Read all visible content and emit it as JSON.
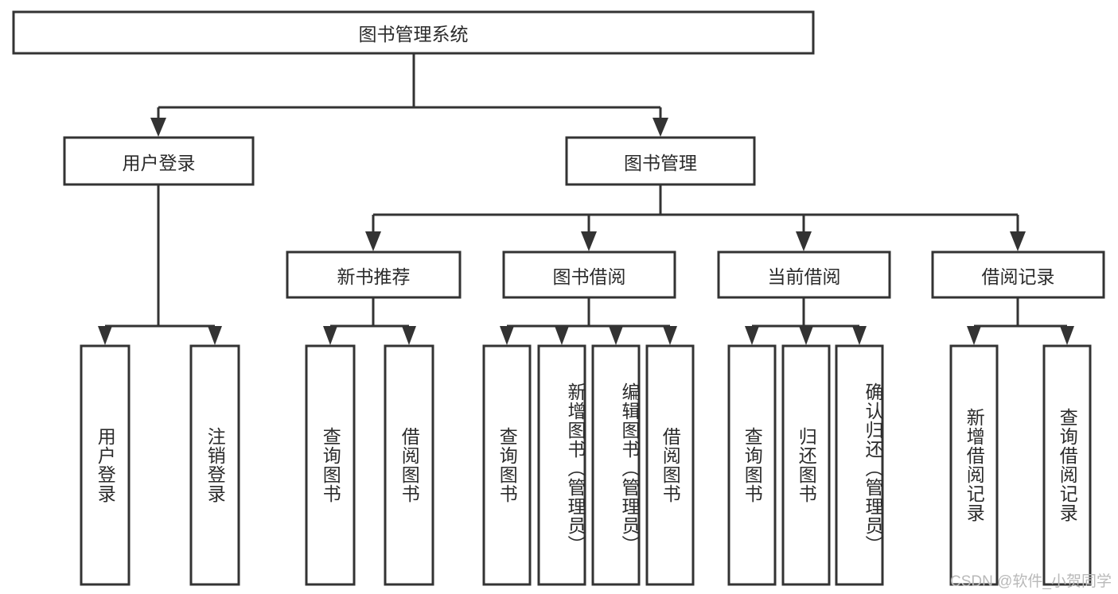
{
  "diagram": {
    "type": "tree-hierarchy-chart",
    "title": "图书管理系统",
    "watermark": "CSDN @软件_小贺同学",
    "colors": {
      "stroke": "#333333",
      "fill": "#ffffff",
      "text": "#2b2b2b",
      "watermark": "#b9b9b9",
      "background": "#ffffff"
    },
    "levels": {
      "root": {
        "label": "图书管理系统",
        "orientation": "horizontal"
      },
      "level2": [
        {
          "id": "user-login",
          "label": "用户登录",
          "orientation": "horizontal"
        },
        {
          "id": "book-manage",
          "label": "图书管理",
          "orientation": "horizontal"
        }
      ],
      "level3": [
        {
          "id": "new-book-recommend",
          "label": "新书推荐",
          "orientation": "horizontal",
          "parent": "book-manage"
        },
        {
          "id": "book-borrow",
          "label": "图书借阅",
          "orientation": "horizontal",
          "parent": "book-manage"
        },
        {
          "id": "current-borrow",
          "label": "当前借阅",
          "orientation": "horizontal",
          "parent": "book-manage"
        },
        {
          "id": "borrow-record",
          "label": "借阅记录",
          "orientation": "horizontal",
          "parent": "book-manage"
        }
      ],
      "leaves": [
        {
          "id": "leaf-user-login",
          "label": "用户登录",
          "orientation": "vertical",
          "parent": "user-login"
        },
        {
          "id": "leaf-user-logout",
          "label": "注销登录",
          "orientation": "vertical",
          "parent": "user-login"
        },
        {
          "id": "leaf-query-book-1",
          "label": "查询图书",
          "orientation": "vertical",
          "parent": "new-book-recommend"
        },
        {
          "id": "leaf-borrow-book-1",
          "label": "借阅图书",
          "orientation": "vertical",
          "parent": "new-book-recommend"
        },
        {
          "id": "leaf-query-book-2",
          "label": "查询图书",
          "orientation": "vertical",
          "parent": "book-borrow"
        },
        {
          "id": "leaf-add-book",
          "label": "新增图书（管理员）",
          "orientation": "vertical",
          "parent": "book-borrow"
        },
        {
          "id": "leaf-edit-book",
          "label": "编辑图书（管理员）",
          "orientation": "vertical",
          "parent": "book-borrow"
        },
        {
          "id": "leaf-borrow-book-2",
          "label": "借阅图书",
          "orientation": "vertical",
          "parent": "book-borrow"
        },
        {
          "id": "leaf-query-book-3",
          "label": "查询图书",
          "orientation": "vertical",
          "parent": "current-borrow"
        },
        {
          "id": "leaf-return-book",
          "label": "归还图书",
          "orientation": "vertical",
          "parent": "current-borrow"
        },
        {
          "id": "leaf-confirm-return",
          "label": "确认归还（管理员）",
          "orientation": "vertical",
          "parent": "current-borrow"
        },
        {
          "id": "leaf-add-record",
          "label": "新增借阅记录",
          "orientation": "vertical",
          "parent": "borrow-record"
        },
        {
          "id": "leaf-query-record",
          "label": "查询借阅记录",
          "orientation": "vertical",
          "parent": "borrow-record"
        }
      ]
    }
  }
}
